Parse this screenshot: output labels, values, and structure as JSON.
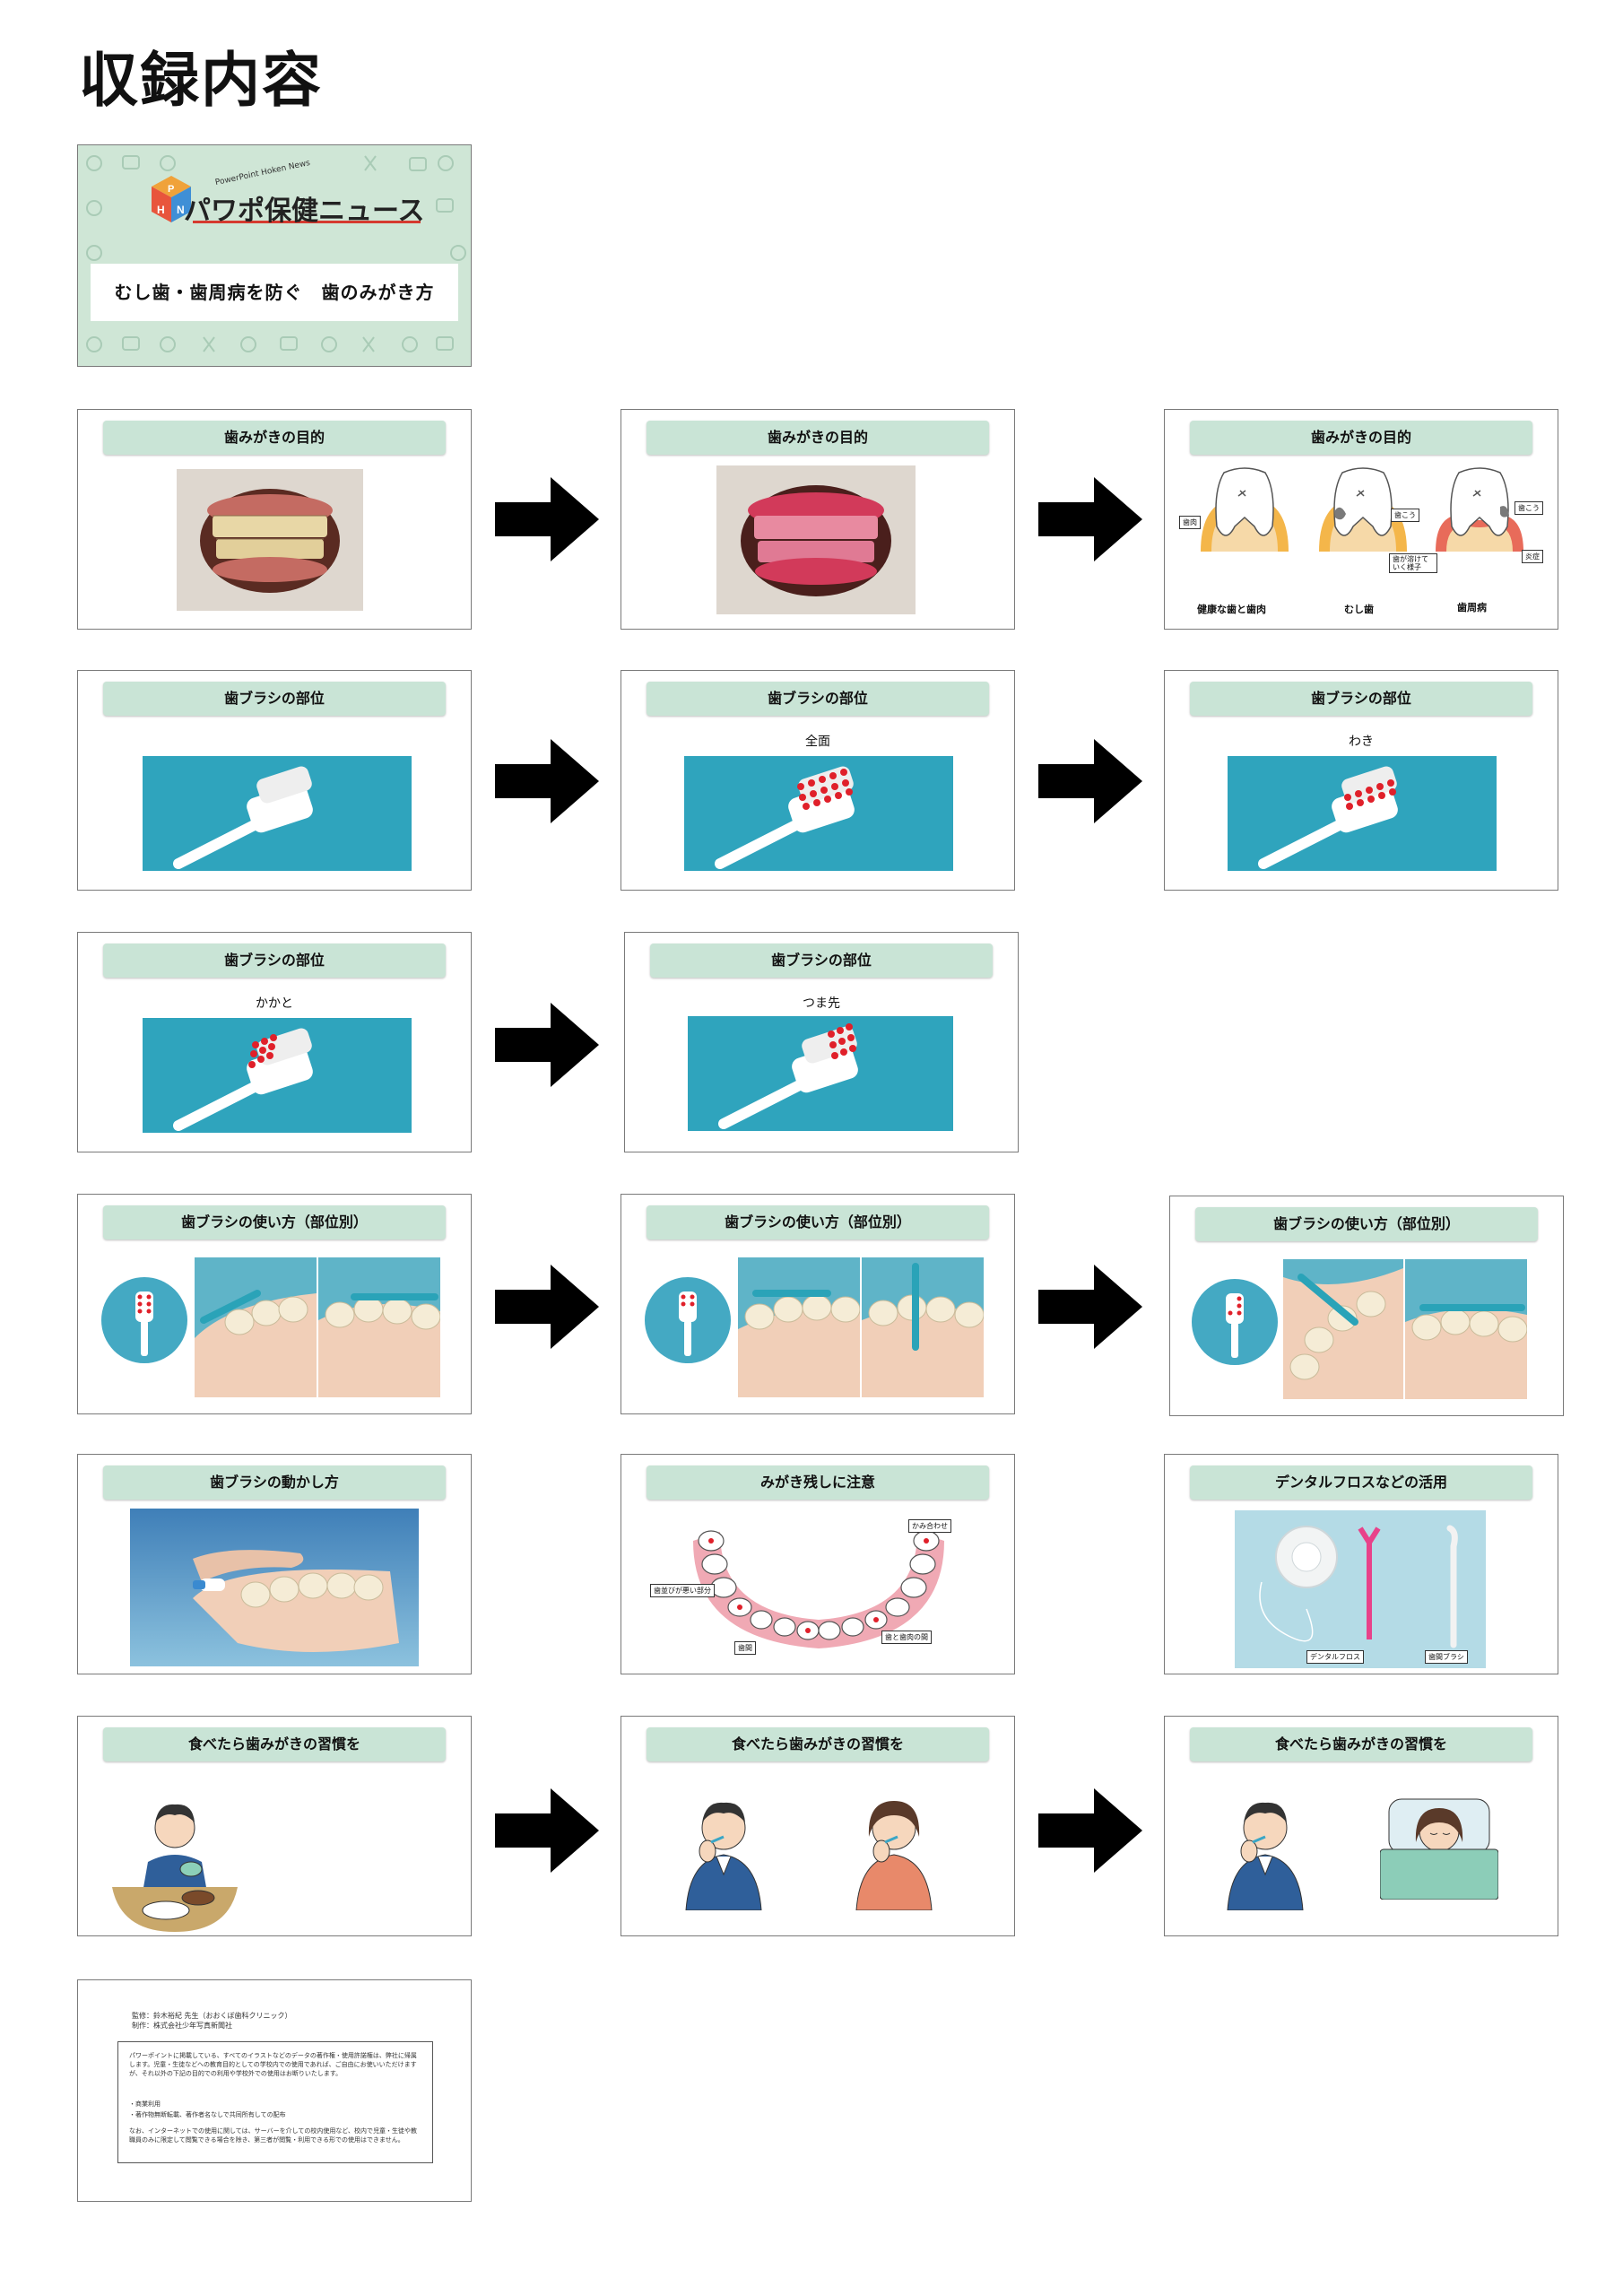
{
  "page_title": "収録内容",
  "cover": {
    "logo_text": "パワポ保健ニュース",
    "logo_small": "PowerPoint Hoken News",
    "logo_letters": [
      "P",
      "H",
      "N"
    ],
    "title": "むし歯・歯周病を防ぐ　歯のみがき方"
  },
  "slides": {
    "r1a": {
      "title": "歯みがきの目的"
    },
    "r1b": {
      "title": "歯みがきの目的"
    },
    "r1c": {
      "title": "歯みがきの目的",
      "labels": [
        "健康な歯と歯肉",
        "むし歯",
        "歯周病"
      ],
      "tags": [
        "歯肉",
        "歯こう",
        "歯が溶けていく様子",
        "歯こう",
        "炎症"
      ]
    },
    "r2a": {
      "title": "歯ブラシの部位"
    },
    "r2b": {
      "title": "歯ブラシの部位",
      "sub": "全面"
    },
    "r2c": {
      "title": "歯ブラシの部位",
      "sub": "わき"
    },
    "r3a": {
      "title": "歯ブラシの部位",
      "sub": "かかと"
    },
    "r3b": {
      "title": "歯ブラシの部位",
      "sub": "つま先"
    },
    "r4a": {
      "title": "歯ブラシの使い方（部位別）"
    },
    "r4b": {
      "title": "歯ブラシの使い方（部位別）"
    },
    "r4c": {
      "title": "歯ブラシの使い方（部位別）"
    },
    "r5a": {
      "title": "歯ブラシの動かし方"
    },
    "r5b": {
      "title": "みがき残しに注意",
      "tags": [
        "かみ合わせ",
        "歯並びが悪い部分",
        "歯と歯肉の間",
        "歯間"
      ]
    },
    "r5c": {
      "title": "デンタルフロスなどの活用",
      "tags": [
        "デンタルフロス",
        "歯間ブラシ"
      ]
    },
    "r6a": {
      "title": "食べたら歯みがきの習慣を"
    },
    "r6b": {
      "title": "食べたら歯みがきの習慣を"
    },
    "r6c": {
      "title": "食べたら歯みがきの習慣を"
    }
  },
  "credits": {
    "line1": "監修：鈴木裕紀 先生（おおくぼ歯科クリニック）",
    "line2": "制作：株式会社少年写真新聞社",
    "p1": "パワーポイントに掲載している、すべてのイラストなどのデータの著作権・使用許諾権は、弊社に帰属します。児童・生徒などへの教育目的としての学校内での使用であれば、ご自由にお使いいただけますが、それ以外の下記の目的での利用や学校外での使用はお断りいたします。",
    "p2": "・商業利用",
    "p3": "・著作物無断転載、著作者名なしで共同所有しての配布",
    "p4": "なお、インターネットでの使用に関しては、サーバーを介しての校内使用など、校内で児童・生徒や教職員のみに限定して閲覧できる場合を除き、第三者が閲覧・利用できる形での使用はできません。"
  }
}
